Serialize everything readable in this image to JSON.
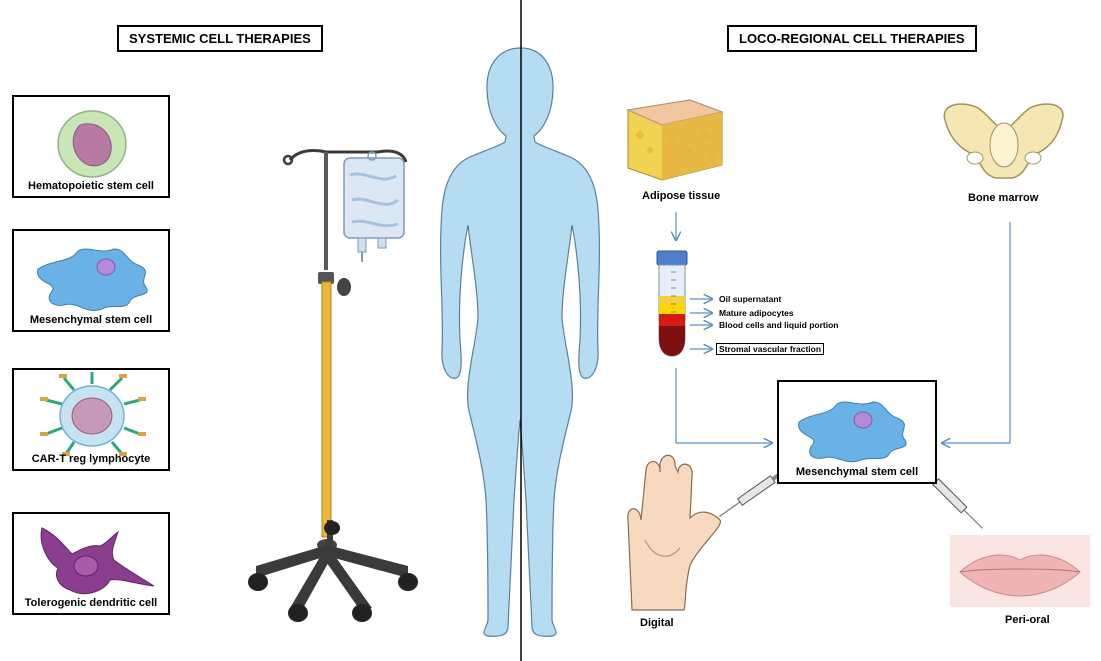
{
  "headers": {
    "systemic": "SYSTEMIC CELL THERAPIES",
    "loco_regional": "LOCO-REGIONAL CELL THERAPIES"
  },
  "systemic_cells": [
    "Hematopoietic stem cell",
    "Mesenchymal stem cell",
    "CAR-T reg lymphocyte",
    "Tolerogenic dendritic cell"
  ],
  "sources": {
    "adipose": "Adipose tissue",
    "bone_marrow": "Bone marrow"
  },
  "tube_layers": [
    "Oil supernatant",
    "Mature adipocytes",
    "Blood cells and liquid portion"
  ],
  "svf": "Stromal vascular fraction",
  "msc_target": "Mesenchymal stem cell",
  "injection_sites": {
    "digital": "Digital",
    "peri_oral": "Peri-oral"
  },
  "colors": {
    "body": "#b6dcf2",
    "arrow": "#5a8fc4",
    "pole": "#e9b73a",
    "msc": "#6ab2e6"
  }
}
